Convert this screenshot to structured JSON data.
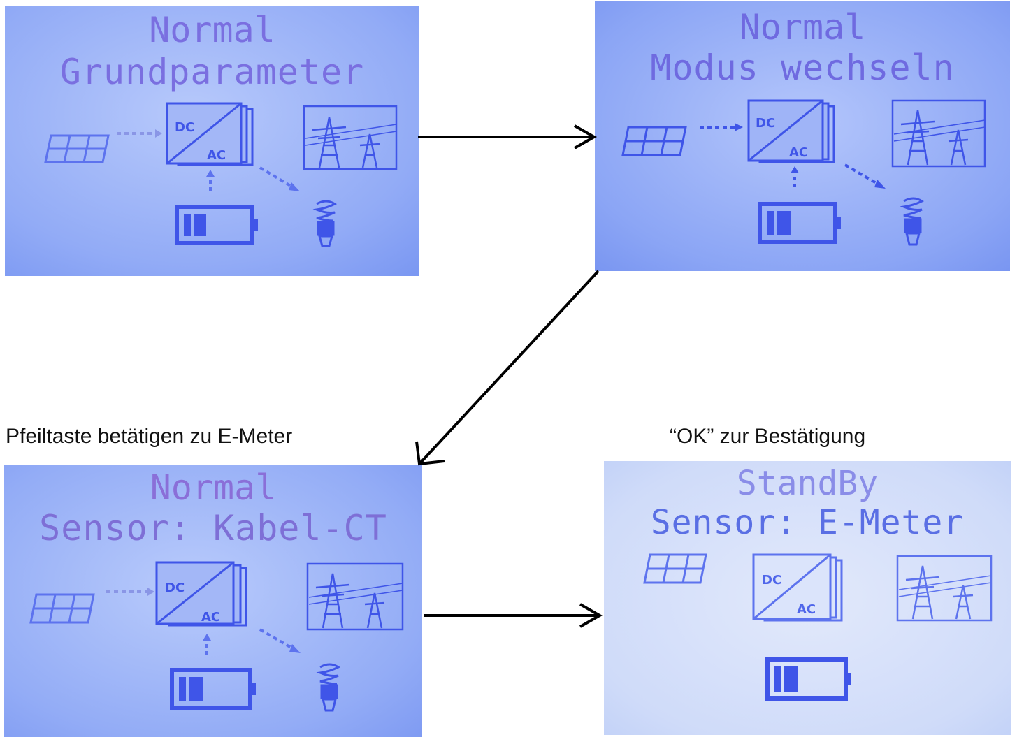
{
  "colors": {
    "lcd_blue": "#6f8df7",
    "lcd_light": "#c9d7fa",
    "icon_blue": "#3f55e8",
    "text_blue": "#7a6fe0",
    "arrow": "#000000"
  },
  "screens": [
    {
      "line1": "Normal",
      "line2": "Grundparameter",
      "variant": "full"
    },
    {
      "line1": "Normal",
      "line2": "Modus wechseln",
      "variant": "full"
    },
    {
      "line1": "Normal",
      "line2": "Sensor: Kabel-CT",
      "variant": "full"
    },
    {
      "line1": "StandBy",
      "line2": "Sensor: E-Meter",
      "variant": "standby"
    }
  ],
  "icon_labels": {
    "dc": "DC",
    "ac": "AC"
  },
  "captions": {
    "bottom_left": "Pfeiltaste betätigen zu E-Meter",
    "bottom_right": "“OK” zur Bestätigung"
  }
}
